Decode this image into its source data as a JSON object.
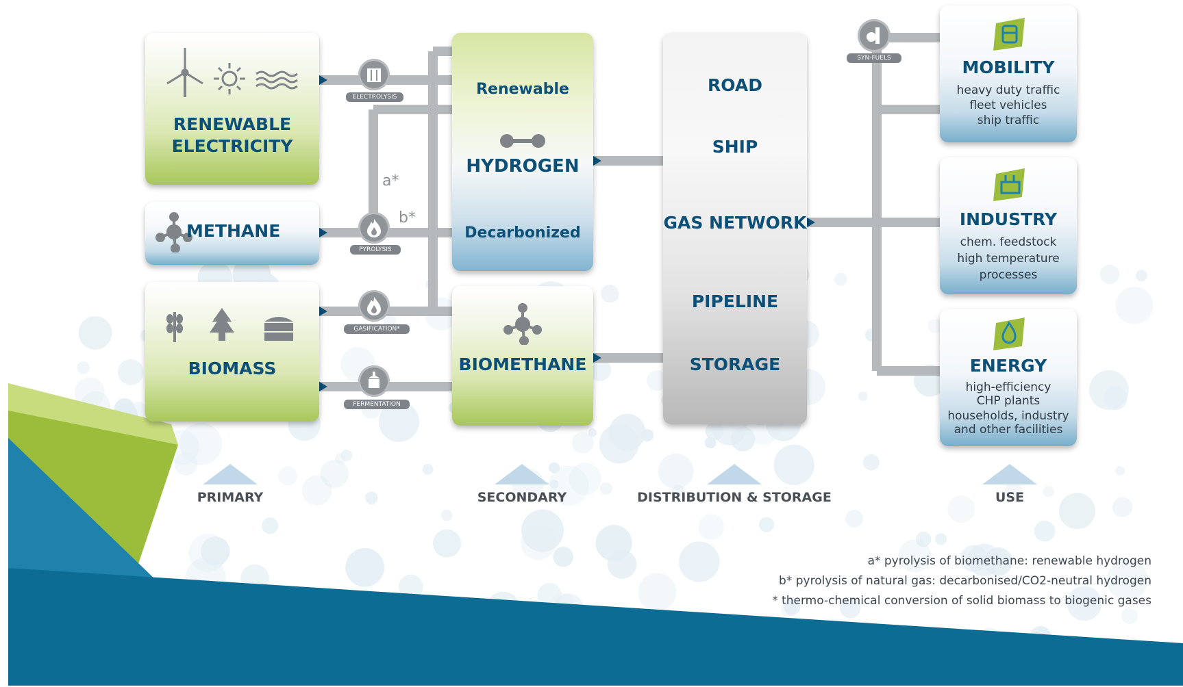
{
  "colors": {
    "primary_blue": "#0c4f77",
    "accent_green": "#9cbd3b",
    "connector_grey": "#b6b9bb",
    "deep_blue": "#0c6c94"
  },
  "primary": {
    "renewable_electricity": "RENEWABLE\nELECTRICITY",
    "methane": "METHANE",
    "biomass": "BIOMASS"
  },
  "processes": {
    "electrolysis": "ELECTROLYSIS",
    "pyrolysis": "PYROLYSIS",
    "gasification": "GASIFICATION*",
    "fermentation": "FERMENTATION",
    "syn_fuels": "SYN-FUELS",
    "a_mark": "a*",
    "b_mark": "b*"
  },
  "secondary": {
    "renewable": "Renewable",
    "hydrogen": "HYDROGEN",
    "decarbonized": "Decarbonized",
    "biomethane": "BIOMETHANE"
  },
  "distribution": {
    "items": [
      "ROAD",
      "SHIP",
      "GAS NETWORK",
      "PIPELINE",
      "STORAGE"
    ]
  },
  "use": {
    "mobility": {
      "title": "MOBILITY",
      "lines": [
        "heavy duty traffic",
        "fleet vehicles",
        "ship traffic"
      ]
    },
    "industry": {
      "title": "INDUSTRY",
      "lines": [
        "chem. feedstock",
        "high temperature",
        "processes"
      ]
    },
    "energy": {
      "title": "ENERGY",
      "lines": [
        "high-efficiency",
        "CHP plants",
        "households, industry",
        "and other facilities"
      ]
    }
  },
  "stages": [
    "PRIMARY",
    "SECONDARY",
    "DISTRIBUTION & STORAGE",
    "USE"
  ],
  "footnotes": [
    "a* pyrolysis of biomethane: renewable hydrogen",
    "b* pyrolysis of natural gas: decarbonised/CO2-neutral hydrogen",
    "* thermo-chemical conversion of solid biomass to biogenic gases"
  ],
  "icons": [
    "wind-turbine-icon",
    "sun-icon",
    "waves-icon",
    "molecule-icon",
    "wheat-icon",
    "tree-icon",
    "silo-icon",
    "electrolysis-icon",
    "flame-icon",
    "fermenter-icon",
    "hydrogen-molecule-icon",
    "syn-fuels-icon",
    "mobility-icon",
    "industry-icon",
    "energy-icon"
  ]
}
